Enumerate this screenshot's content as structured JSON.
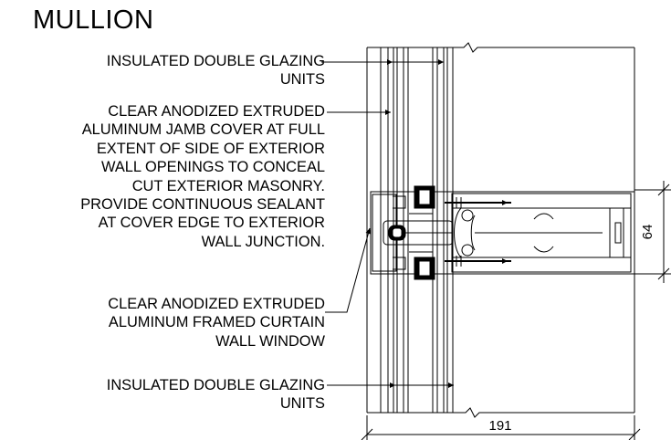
{
  "title": "MULLION",
  "notes": [
    {
      "lines": [
        "INSULATED DOUBLE GLAZING",
        "UNITS"
      ]
    },
    {
      "lines": [
        "CLEAR ANODIZED EXTRUDED",
        "ALUMINUM JAMB COVER AT FULL",
        "EXTENT OF SIDE OF EXTERIOR",
        "WALL OPENINGS TO CONCEAL",
        "CUT EXTERIOR MASONRY.",
        "PROVIDE CONTINUOUS SEALANT",
        "AT COVER EDGE TO EXTERIOR",
        "WALL JUNCTION."
      ]
    },
    {
      "lines": [
        "CLEAR ANODIZED EXTRUDED",
        "ALUMINUM FRAMED CURTAIN",
        "WALL WINDOW"
      ]
    },
    {
      "lines": [
        "INSULATED DOUBLE GLAZING",
        "UNITS"
      ]
    }
  ],
  "dimensions": {
    "depth": "64",
    "width": "191"
  }
}
